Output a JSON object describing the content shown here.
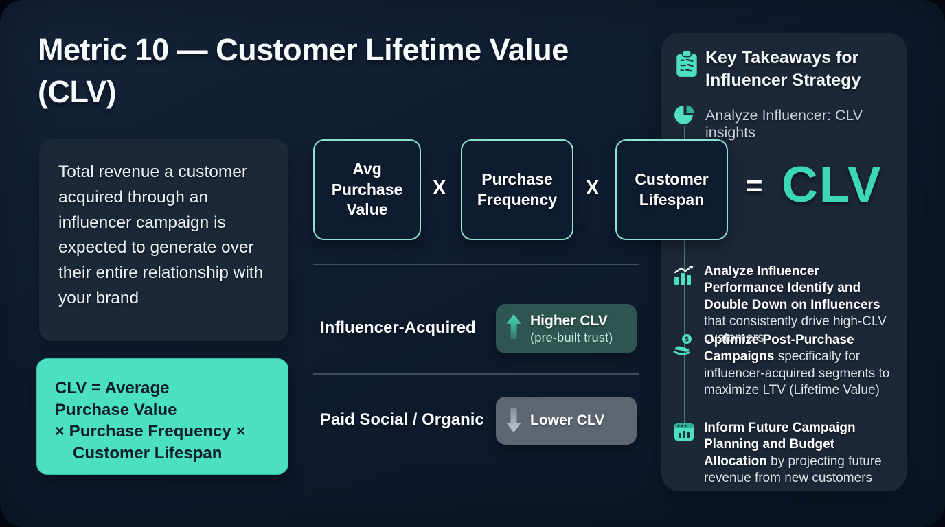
{
  "title": "Metric 10 — Customer Lifetime Value (CLV)",
  "description": "Total revenue a customer acquired through an influencer campaign is expected to generate over their entire relationship with your brand",
  "clv_formula_card": {
    "lines": [
      "CLV = Average",
      "Purchase Value",
      "× Purchase Frequency ×",
      "Customer Lifespan"
    ]
  },
  "formula": {
    "terms": [
      "Avg Purchase Value",
      "Purchase Frequency",
      "Customer Lifespan"
    ],
    "multiply_symbol": "X",
    "equals_symbol": "=",
    "result": "CLV"
  },
  "comparison": {
    "rows": [
      {
        "label": "Influencer-Acquired",
        "badge_title": "Higher CLV",
        "badge_subtitle": "(pre-built trust)",
        "direction": "up"
      },
      {
        "label": "Paid Social / Organic",
        "badge_title": "Lower CLV",
        "direction": "down"
      }
    ]
  },
  "takeaways": {
    "heading": "Key Takeaways for Influencer Strategy",
    "subheading": "Analyze Influencer: CLV insights",
    "items": [
      {
        "icon": "chart-growth-icon",
        "bold": "Analyze Influencer Performance Identify and Double Down on Influencers",
        "text": " that consistently drive high-CLV customers"
      },
      {
        "icon": "hand-dollar-icon",
        "bold": "Optimize Post-Purchase Campaigns",
        "text": " specifically for influencer-acquired segments to maximize LTV (Lifetime Value)"
      },
      {
        "icon": "calendar-chart-icon",
        "bold": "Inform Future Campaign Planning and Budget Allocation",
        "text": " by projecting future revenue from new customers"
      }
    ]
  },
  "colors": {
    "accent_teal": "#45dcbb",
    "teal_card_bg": "#4be0c2",
    "clv_result_text": "#3bd7b6",
    "higher_badge_bg": "#2e554f",
    "lower_badge_bg": "#5d6671",
    "panel_bg": "#1c2737",
    "background": "#0e1c2f"
  }
}
